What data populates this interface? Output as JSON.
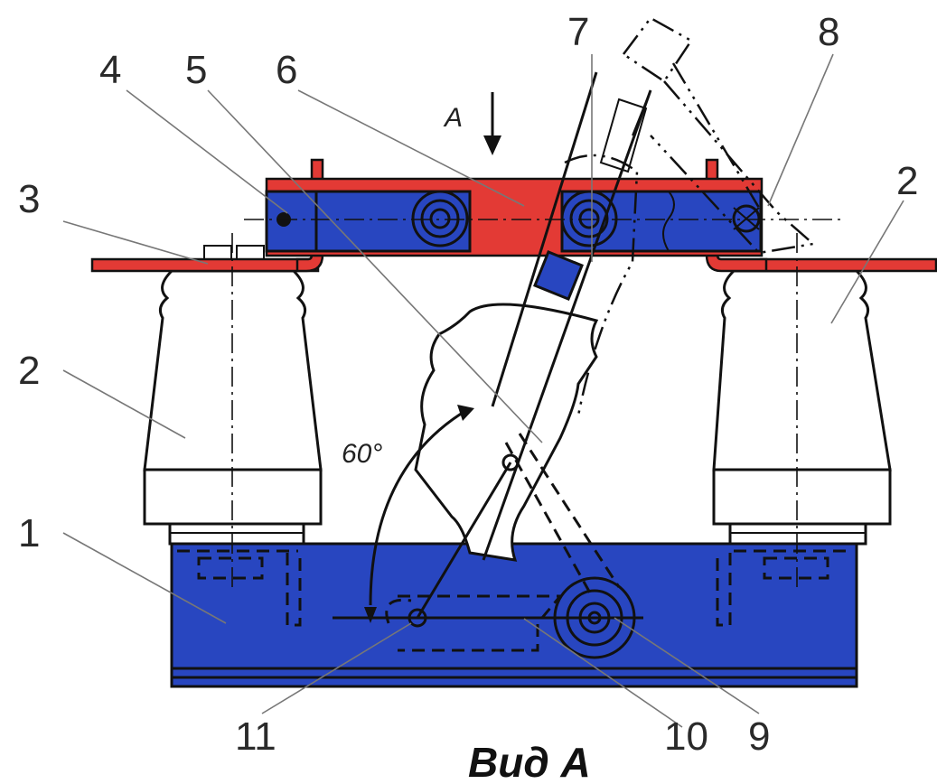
{
  "labels": {
    "l1": "1",
    "l2a": "2",
    "l2b": "2",
    "l3": "3",
    "l4": "4",
    "l5": "5",
    "l6": "6",
    "l7": "7",
    "l8": "8",
    "l9": "9",
    "l10": "10",
    "l11": "11"
  },
  "view_marker": "A",
  "angle": "60°",
  "caption": "Вид А",
  "colors": {
    "frame_blue": "#2846c0",
    "contact_red": "#e33a35",
    "outline": "#111111"
  }
}
